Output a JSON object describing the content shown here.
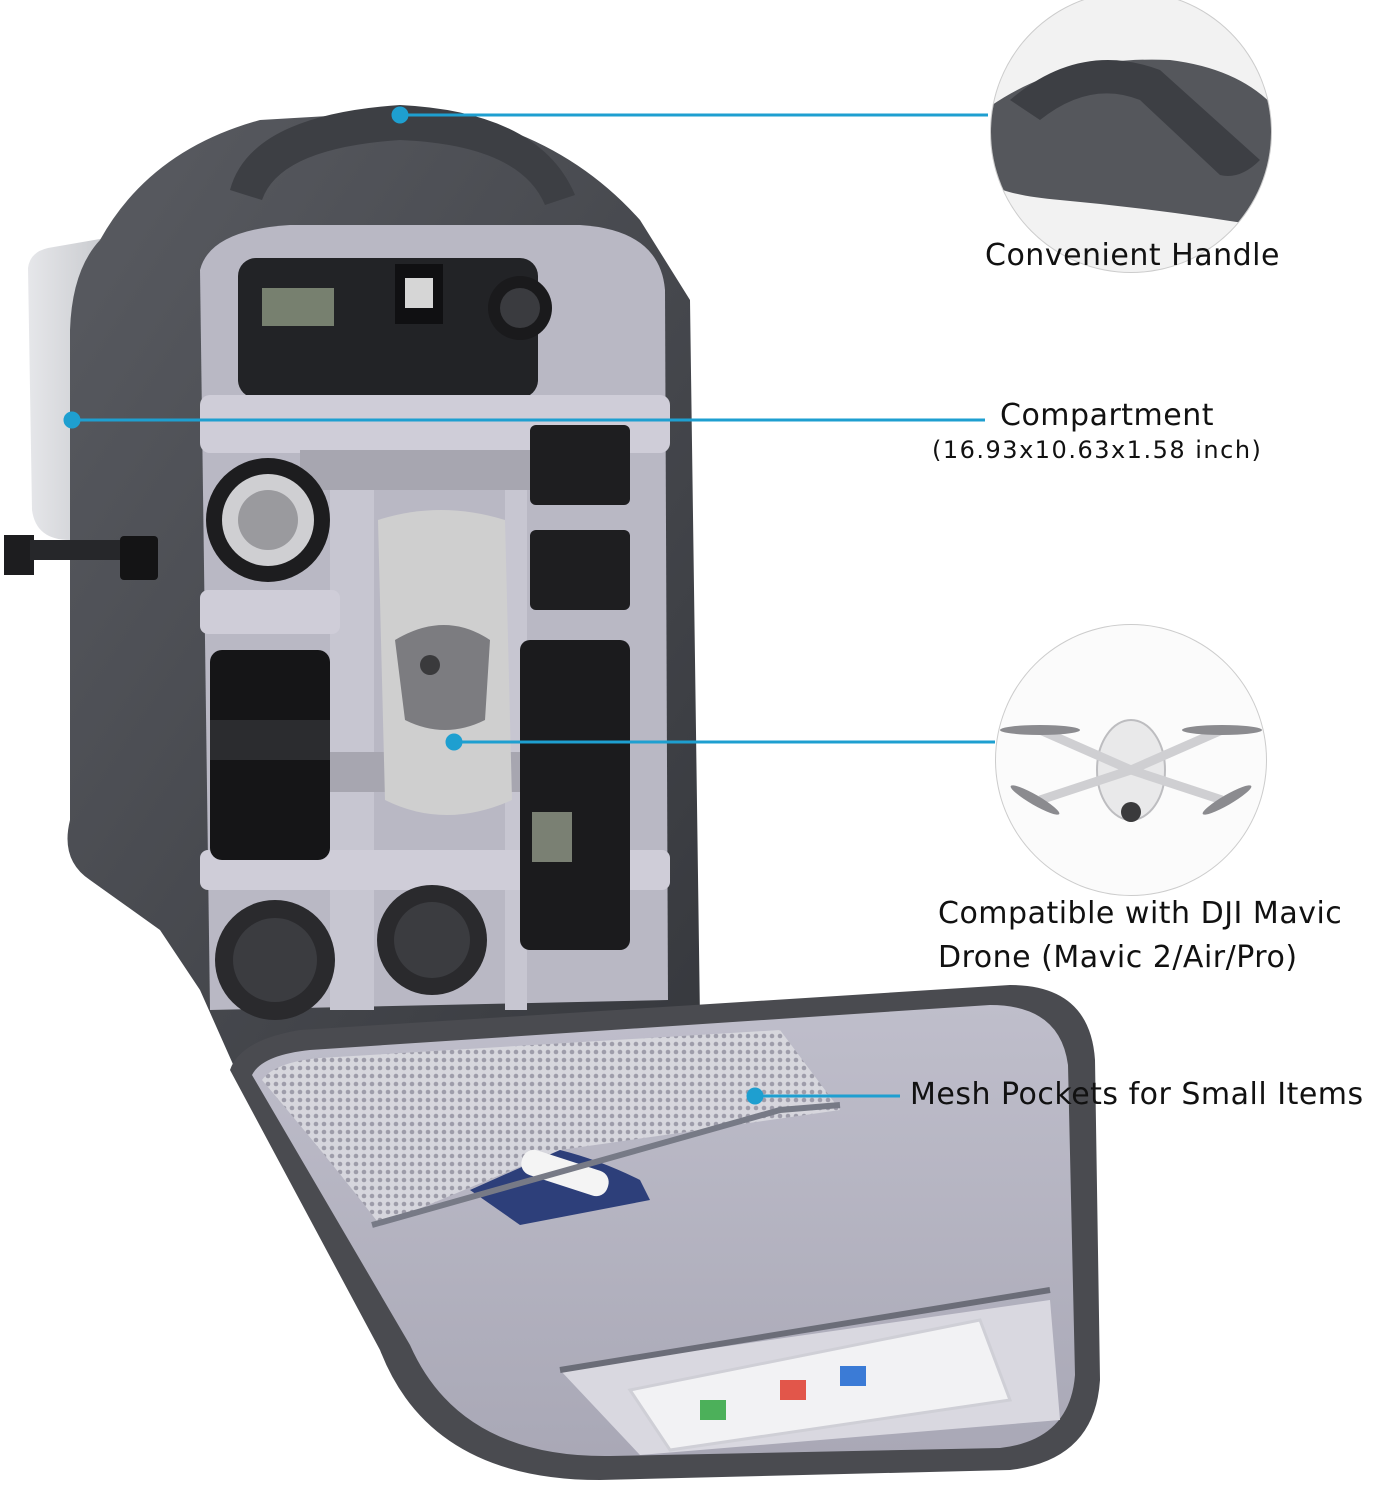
{
  "colors": {
    "callout_line": "#1e9fd0",
    "bag_shell": "#4b4d52",
    "bag_interior": "#b9b8c4",
    "divider": "#cfcdd8"
  },
  "callouts": {
    "handle": {
      "title": "Convenient Handle"
    },
    "compartment": {
      "title": "Compartment",
      "subtitle": "(16.93x10.63x1.58 inch)"
    },
    "drone": {
      "line1": "Compatible with DJI Mavic",
      "line2": "Drone (Mavic 2/Air/Pro)"
    },
    "mesh": {
      "title": "Mesh Pockets for Small Items"
    }
  }
}
